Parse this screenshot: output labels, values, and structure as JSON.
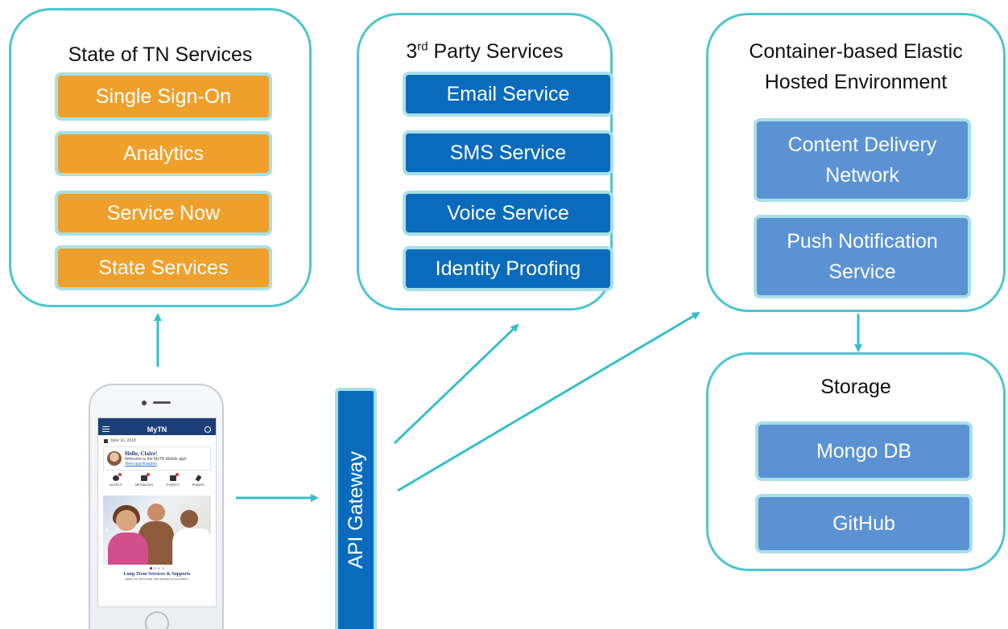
{
  "groups": {
    "tn": {
      "title": "State of TN Services",
      "items": [
        "Single Sign-On",
        "Analytics",
        "Service Now",
        "State Services"
      ]
    },
    "third_party": {
      "title_main": "3",
      "title_sup": "rd",
      "title_rest": " Party Services",
      "items": [
        "Email Service",
        "SMS Service",
        "Voice Service",
        "Identity Proofing"
      ]
    },
    "hosted": {
      "title_line1": "Container-based Elastic",
      "title_line2": "Hosted Environment",
      "items": [
        {
          "line1": "Content Delivery",
          "line2": "Network"
        },
        {
          "line1": "Push Notification",
          "line2": "Service"
        }
      ]
    },
    "storage": {
      "title": "Storage",
      "items": [
        "Mongo DB",
        "GitHub"
      ]
    }
  },
  "gateway": {
    "label": "API Gateway"
  },
  "phone": {
    "app_title": "MyTN",
    "date": "June 16, 2018",
    "greeting": "Hello, Claire!",
    "welcome": "Welcome to the MyTN Mobile app!",
    "link": "View app features",
    "tabs": [
      "ALERTS",
      "MESSAGES",
      "EVENTS",
      "PINNED"
    ],
    "card_title": "Long-Term Services & Supports",
    "card_sub": "Apply for TennCare and search for providers."
  },
  "colors": {
    "border": "#4dc6d0",
    "orange": "#efa02b",
    "dark_blue": "#0a6bbd",
    "light_blue": "#5a92d4",
    "arrow": "#36bfcb"
  }
}
